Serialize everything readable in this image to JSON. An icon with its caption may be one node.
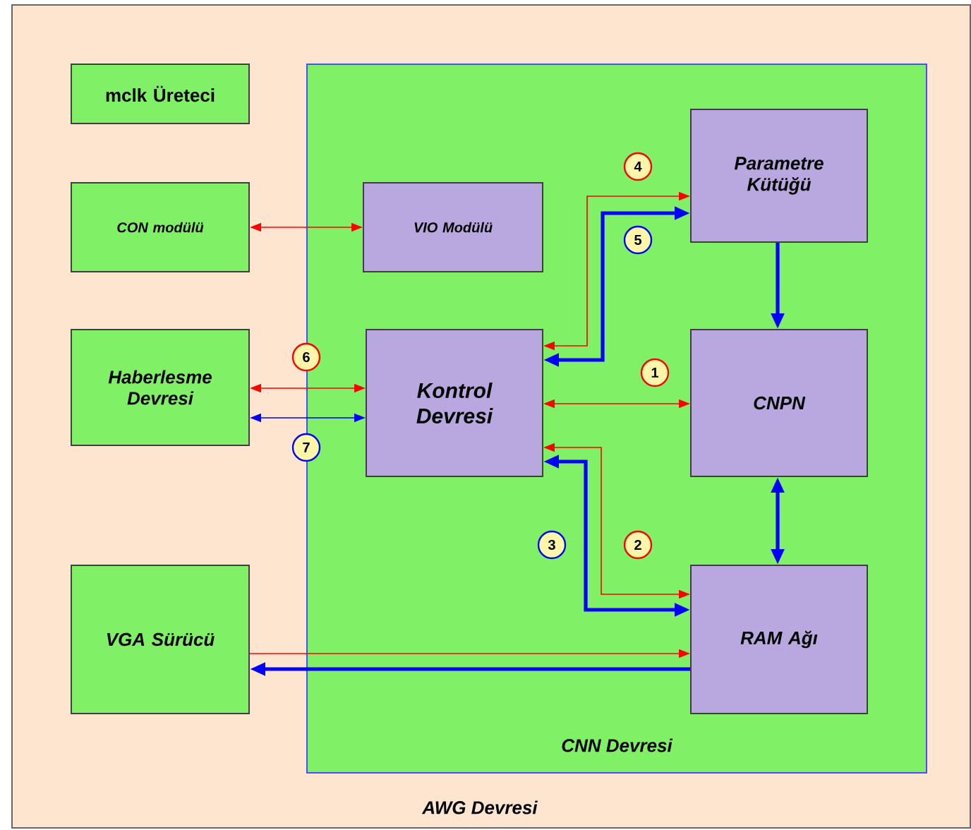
{
  "diagram": {
    "nodes": [
      {
        "text": [
          "AWG Devresi"
        ]
      },
      {
        "text": [
          "mclk Üreteci"
        ],
        "in": 0
      },
      {
        "text": [
          "CON modülü"
        ],
        "in": 0
      },
      {
        "text": [
          "Haberlesme Devresi"
        ],
        "in": 0
      },
      {
        "text": [
          "VGA Sürücü"
        ],
        "in": 0
      },
      {
        "text": [
          "CNN Devresi"
        ],
        "in": 0
      },
      {
        "text": [
          "VIO Modülü"
        ],
        "in": 5
      },
      {
        "text": [
          "Kontrol Devresi"
        ],
        "in": 5
      },
      {
        "text": [
          "Parametre Kütüğü"
        ],
        "in": 5
      },
      {
        "text": [
          "CNPN"
        ],
        "in": 5
      },
      {
        "text": [
          "RAM Ağı"
        ],
        "in": 5
      }
    ],
    "edges": [
      {
        "from": 2,
        "to": 6,
        "arrow": "both",
        "color": "#ff0000"
      },
      {
        "from": 3,
        "to": 7,
        "arrow": "both",
        "label": "6",
        "color": "#ff0000"
      },
      {
        "from": 3,
        "to": 7,
        "arrow": "both",
        "label": "7",
        "color": "#0000ff"
      },
      {
        "from": 7,
        "to": 9,
        "arrow": "both",
        "label": "1",
        "color": "#ff0000"
      },
      {
        "from": 7,
        "to": 8,
        "arrow": "both",
        "label": "4",
        "color": "#ff0000"
      },
      {
        "from": 7,
        "to": 8,
        "arrow": "both",
        "label": "5",
        "style": "thick",
        "color": "#0000ff"
      },
      {
        "from": 7,
        "to": 10,
        "arrow": "both",
        "label": "2",
        "color": "#ff0000"
      },
      {
        "from": 7,
        "to": 10,
        "arrow": "both",
        "label": "3",
        "style": "thick",
        "color": "#0000ff"
      },
      {
        "from": 8,
        "to": 9,
        "arrow": "to",
        "style": "thick",
        "color": "#0000ff"
      },
      {
        "from": 9,
        "to": 10,
        "arrow": "both",
        "style": "thick",
        "color": "#0000ff"
      },
      {
        "from": 4,
        "to": 10,
        "arrow": "to",
        "color": "#ff0000"
      },
      {
        "from": 10,
        "to": 4,
        "arrow": "to",
        "style": "thick",
        "color": "#0000ff"
      }
    ]
  }
}
